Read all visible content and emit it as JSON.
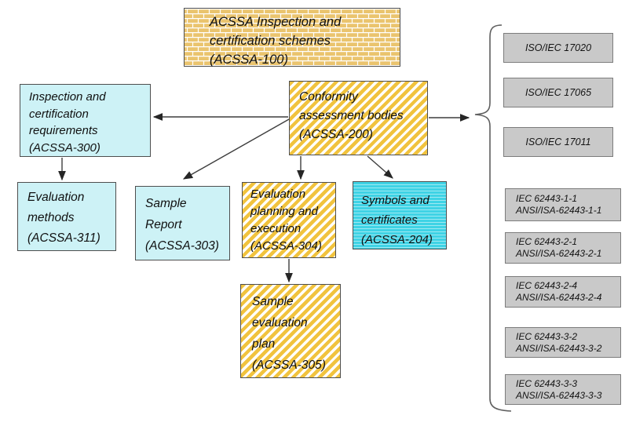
{
  "colors": {
    "brick_fill": "#eac46e",
    "stripe_gold": "#f1c33e",
    "cyan_fill": "#cdf2f6",
    "cyan_stripe_fill": "#3fd3e5",
    "standard_fill": "#c9c9c9",
    "line": "#3d3d3d"
  },
  "nodes": {
    "acssa100": {
      "label": "ACSSA Inspection and\ncertification schemes\n(ACSSA-100)"
    },
    "acssa300": {
      "label": "Inspection and\ncertification\nrequirements\n(ACSSA-300)"
    },
    "acssa200": {
      "label": "Conformity\nassessment bodies\n(ACSSA-200)"
    },
    "acssa311": {
      "label": "Evaluation\nmethods\n(ACSSA-311)"
    },
    "acssa303": {
      "label": "Sample\nReport\n(ACSSA-303)"
    },
    "acssa304": {
      "label": "Evaluation\nplanning and\nexecution\n(ACSSA-304)"
    },
    "acssa204": {
      "label": "Symbols and\ncertificates\n(ACSSA-204)"
    },
    "acssa305": {
      "label": "Sample\nevaluation\nplan\n(ACSSA-305)"
    }
  },
  "standards": [
    "ISO/IEC 17020",
    "ISO/IEC 17065",
    "ISO/IEC 17011",
    "IEC 62443-1-1\nANSI/ISA-62443-1-1",
    "IEC 62443-2-1\nANSI/ISA-62443-2-1",
    "IEC 62443-2-4\nANSI/ISA-62443-2-4",
    "IEC 62443-3-2\nANSI/ISA-62443-3-2",
    "IEC 62443-3-3\nANSI/ISA-62443-3-3"
  ]
}
